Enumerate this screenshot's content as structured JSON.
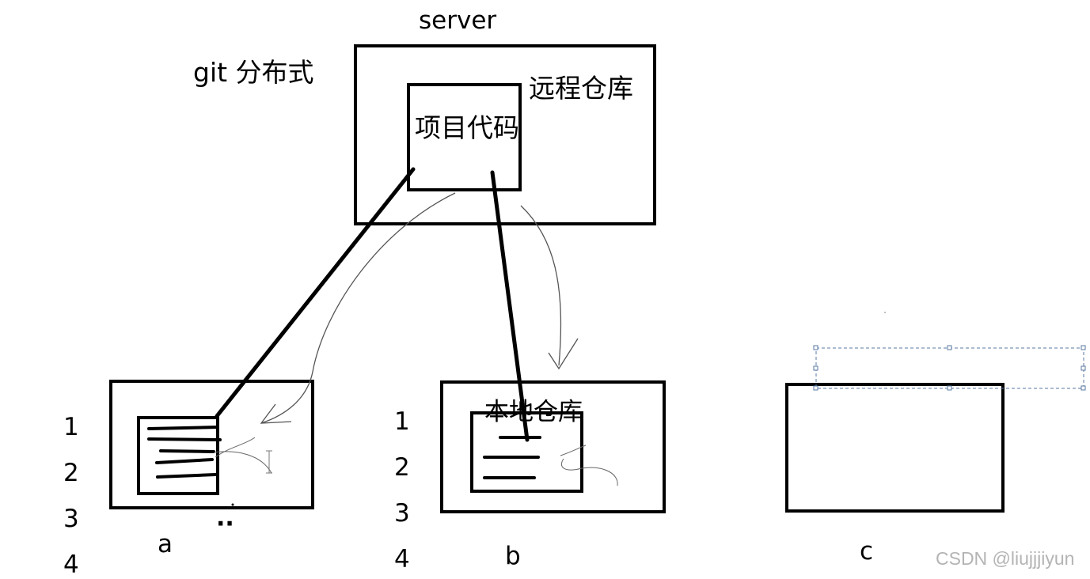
{
  "title_server": "server",
  "title_git": "git 分布式",
  "remote_repo_label": "远程仓库",
  "project_code_label": "项目代码",
  "local_repo_label": "本地仓库",
  "client_labels": {
    "a": "a",
    "b": "b",
    "c": "c"
  },
  "row_numbers_a": [
    "1",
    "2",
    "3",
    "4"
  ],
  "row_numbers_b": [
    "1",
    "2",
    "3",
    "4"
  ],
  "dots": "··",
  "watermark": "CSDN @liujjjiyun"
}
